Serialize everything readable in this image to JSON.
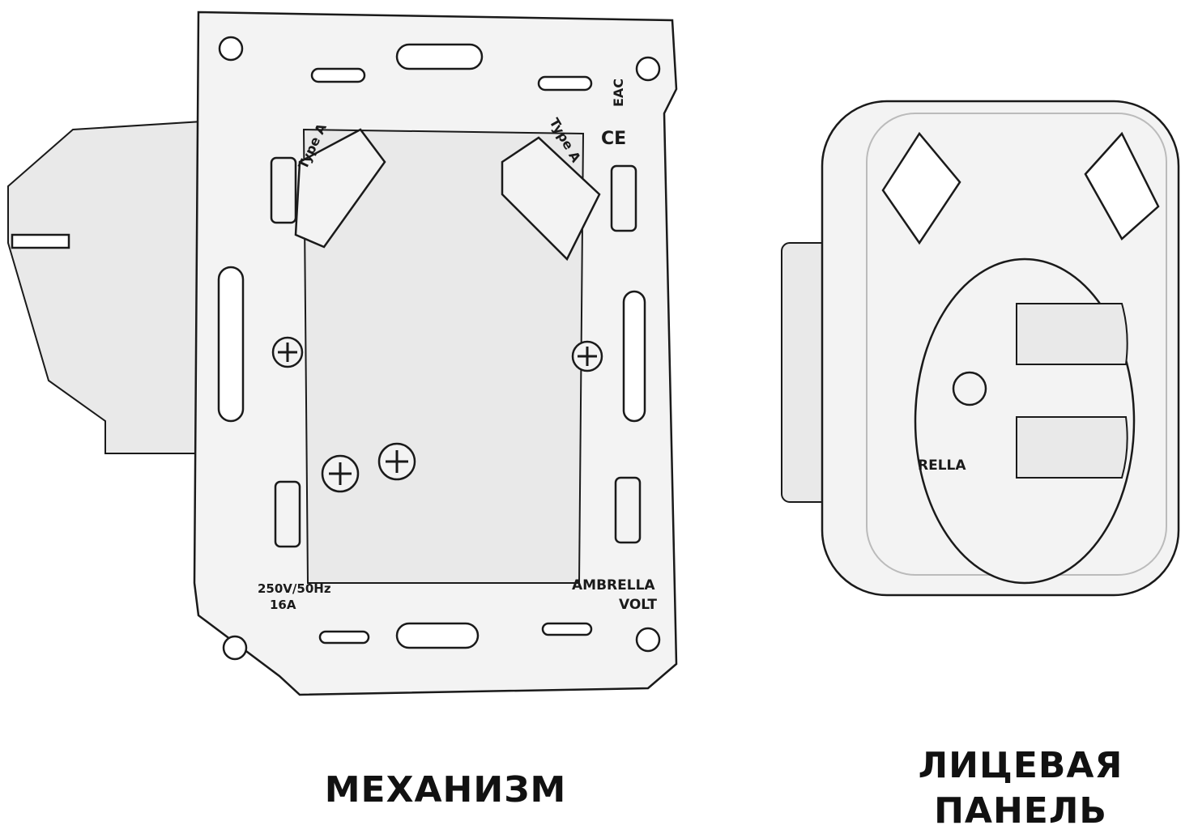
{
  "captions": {
    "mechanism": "МЕХАНИЗМ",
    "panel_line1": "ЛИЦЕВАЯ",
    "panel_line2": "ПАНЕЛЬ"
  },
  "mechanism_markings": {
    "port_left": "Type A",
    "port_right": "Type A",
    "rating_voltage": "250V/50Hz",
    "rating_current": "16A",
    "brand_line1": "AMBRELLA",
    "brand_line2": "VOLT",
    "cert_eac": "EAC",
    "cert_ce": "CE"
  },
  "panel_markings": {
    "brand_partial": "RELLA"
  }
}
